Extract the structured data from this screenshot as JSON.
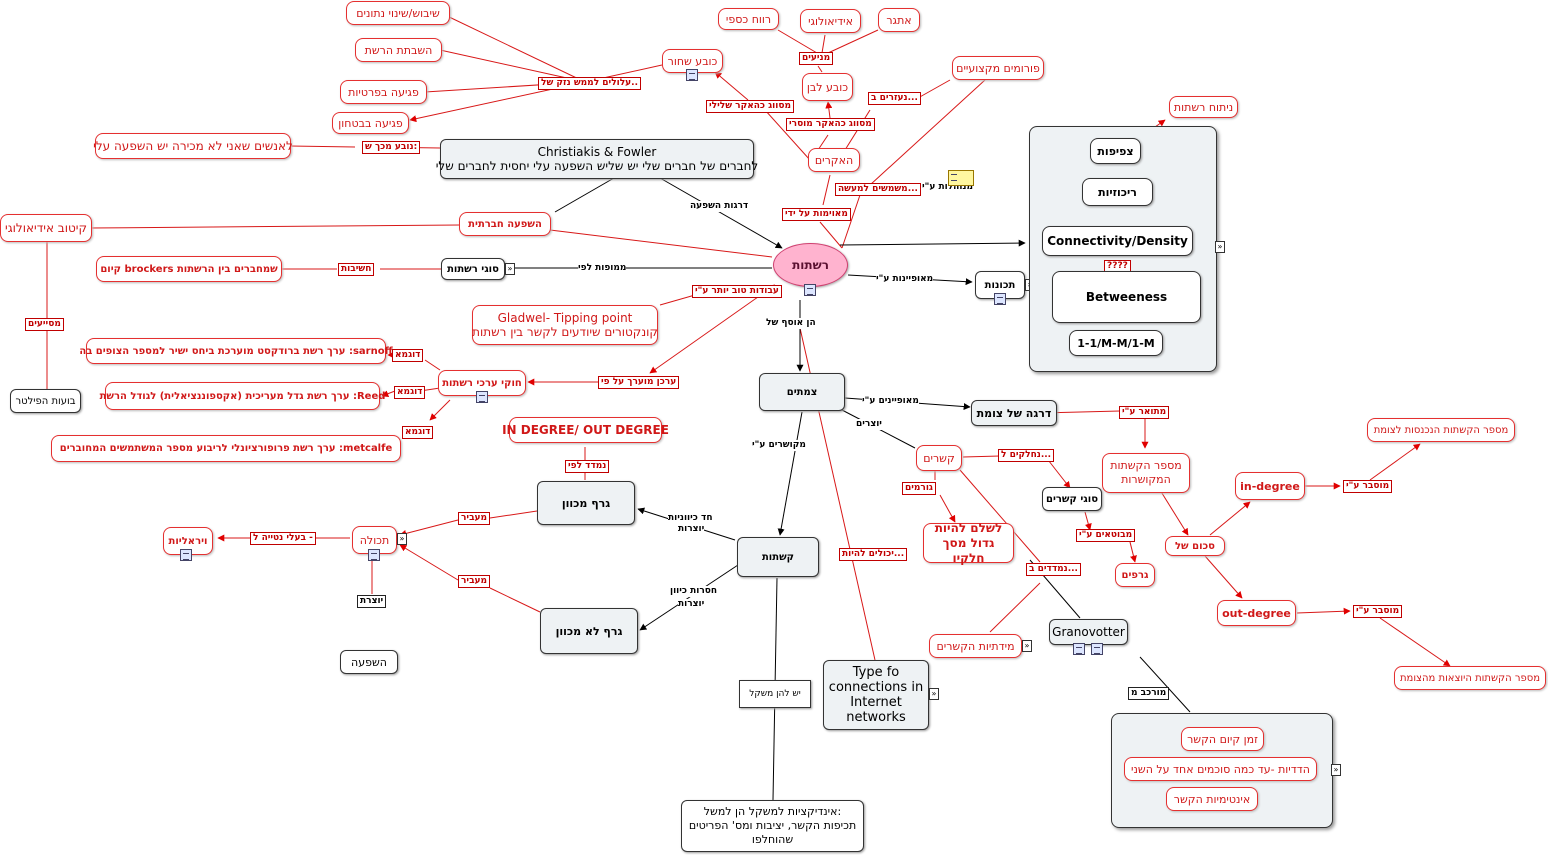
{
  "colors": {
    "red": "#e53030",
    "dark": "#222222",
    "center_fill": "#ffb3cf",
    "grey_fill": "#eef2f4"
  },
  "icons": [
    "note-icon",
    "image-icon",
    "expand-chevron-icon"
  ],
  "center": {
    "label": "רשתות"
  },
  "nodes": {
    "shibush": "שיבוש/שינוי נתונים",
    "hashbatat": "השבתת הרשת",
    "pgia": "פגיעה בפרטיות",
    "bitahon": "פגיעה בבטחון",
    "kova_shahor": "כובע שחור",
    "revah": "רווח כספי",
    "ideologi": "אידיאולוגי",
    "etgar": "אתגר",
    "kova_lavan": "כובע לבן",
    "haakerim": "האקרים",
    "forumim": "פורומים מקצועיים",
    "nituah": "ניתוח רשתות",
    "christakis_1": "Christiakis & Fowler",
    "christakis_2": "לחברים של חברים שלי יש שליש השפעה עלי יחסית לחברים שלי",
    "anashim": "לאנשים שאני לא מכירה יש השפעה עלי",
    "kituv": "קיטוב אידיאולוגי",
    "bu_ot": "בועות הפילטר",
    "brockers": "קיום  brockers  שמחברים בין הרשתות",
    "sugei_reshatot": "סוגי רשתות",
    "gladwel_1": "Gladwel- Tipping point",
    "gladwel_2": "קונקטורים שיודעים לקשר בין רשתות",
    "sarnoff": "ערך רשת ברודקסט מוערכת ביחס ישיר למספר הצופים בה :sarnoff",
    "hukei": "חוקי ערכי רשתות",
    "reed": "ערך רשת גדל מעריכית (אקספוננציאלית) לגודל הרשת :Reed",
    "metcalfe": "ערך רשת פרופורציונלי לריבוע מספר המשתמשים המחוברים :metcalfe",
    "indegree_out": "IN DEGREE/ OUT DEGREE",
    "graf_mechuvan": "גרף מכוון",
    "viraliut": "ויראליות",
    "tchula": "תכולה",
    "hashpaa": "השפעה",
    "graf_lo": "גרף לא מכוון",
    "kshatot": "קשתות",
    "tzmatim": "צמתים",
    "darga": "דרגה של צומת",
    "kshar": "קשרים",
    "lishlom": "לשלם להיות גדול מסך חלקיו",
    "sugei_ksharim": "סוגי קשרים",
    "grafim": "גרפים",
    "mispar_ksharim": "מספר הקשתות המקושרות",
    "sikum": "סכום של",
    "in_degree": "in-degree",
    "out_degree": "out-degree",
    "mispar_nichnasot": "מספר הקשתות הנכנסות לצומת",
    "mispar_yotzot": "מספר הקשתות היוצאות מהצומת",
    "type_of": "Type fo connections in Internet networks",
    "midatiut": "מידתיות הקשרים",
    "granovotter": "Granovotter",
    "zman": "זמן קיום הקשר",
    "hadadiut": "הדדיות -עד כמה סוכמים אחד על השני",
    "intimiut": "אינטימיות הקשר",
    "yesh_mishkal": "יש להן משקל",
    "indikatziot_1": "אינדיקציות למשקל הן למשל:",
    "indikatziot_2": "תכיפות הקשר, יציבות ומס' הפריטים",
    "indikatziot_3": "שהוחלפו",
    "tchunot": "תכונות",
    "tzfifut": "צפיפות",
    "rikuziut": "ריכוזיות",
    "connectivity": "Connectivity/Density",
    "betweeness": "Betweeness",
    "m_ratios": "1-1/M-M/1-M"
  },
  "links": {
    "olulim": "עלולים לממש נזק של..",
    "mesaven_shlili": "מסווג כהאקר שלילי",
    "manieim": "מניעים",
    "mesaven_musari": "מסווג כהאקר מוסרי",
    "meuvrim": "נעזרים ב...",
    "metoamot": "מאוימות על ידי",
    "mishamshim": "משמשים למעשה...",
    "mufalot": "מנוהלות ע\"י",
    "mekabel": "נובע מכך ש:",
    "hashpaa_hevratit": "השפעה חברתית",
    "darkot": "דרגות השפעה",
    "mesaiim": "מסייעים",
    "hashivut": "חשיבות",
    "mamuhot": "ממופות לפי",
    "avodot": "עבודות טוב יותר ע\"י",
    "ereh_muarah": "ערכן מוערך על פי",
    "dugma1": "דוגמא",
    "dugma2": "דוגמא",
    "dugma3": "דוגמא",
    "nimdad": "נמדד לפי",
    "mufyanot": "מאופיינות ע\"י",
    "hen_osef": "הן אוסף של",
    "qqq": "????",
    "mafienim": "מאופיינים ע\"י",
    "yotzrim": "יוצרים",
    "mekusharim": "מקושרים ע\"י",
    "metoar": "מתואר ע\"י",
    "nehlakim": "נחלקים ל...",
    "gormim": "גורמים",
    "mevutaim": "מבוטאים ע\"י",
    "nimdadim": "נמדדים ב...",
    "yecholim": "יכולים להיות...",
    "muvdal1": "מוסבר ע\"י",
    "muvdal2": "מוסבר ע\"י",
    "had_kivuni_1": "חד כיווניות",
    "had_kivuni_2": "יוצרות",
    "hasrot_1": "חסרות כיוון",
    "hasrot_2": "יוצרות",
    "maavir1": "מעביר",
    "maavir2": "מעביר",
    "baalei": "בעלי נטייה ל -",
    "yotzeret": "יוצרת",
    "murkav": "מורכב מ"
  }
}
